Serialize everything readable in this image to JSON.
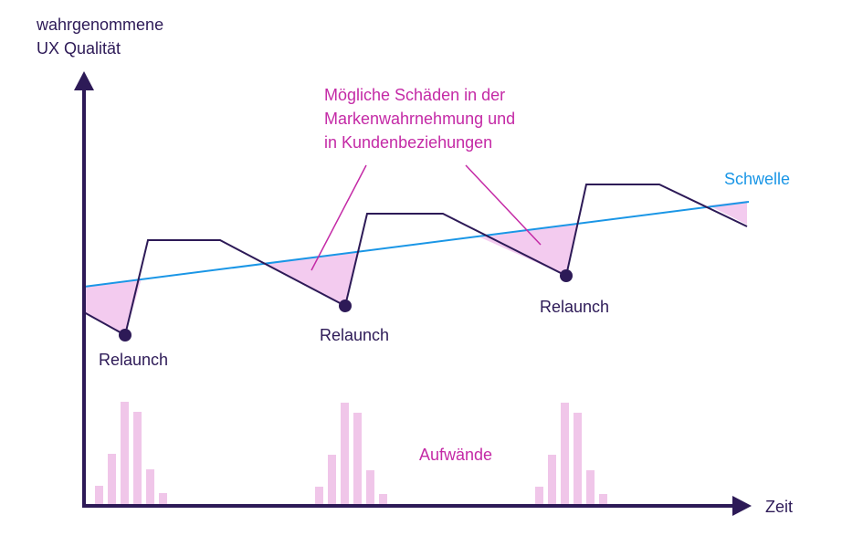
{
  "y_axis_label": [
    "wahrgenommene",
    "UX Qualität"
  ],
  "x_axis_label": "Zeit",
  "threshold_label": "Schwelle",
  "annotation_damage": [
    "Mögliche Schäden in der",
    "Markenwahrnehmung und",
    "in Kundenbeziehungen"
  ],
  "relaunch_labels": [
    "Relaunch",
    "Relaunch",
    "Relaunch"
  ],
  "effort_label": "Aufwände",
  "colors": {
    "axis": "#2d1a57",
    "quality_line": "#2d1a57",
    "threshold_line": "#1a96e6",
    "damage_fill": "#f3cbef",
    "effort_bars": "#f0c6e9",
    "annotation_text": "#c42aa6"
  }
}
